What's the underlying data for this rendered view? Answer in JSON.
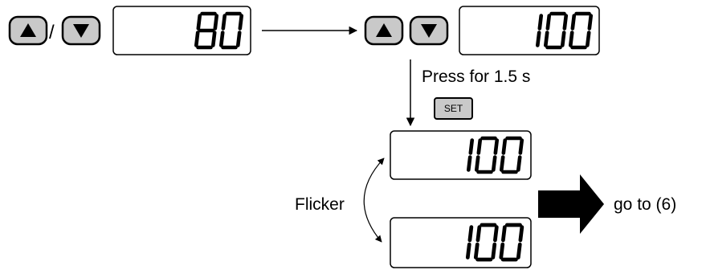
{
  "step_initial": {
    "key_separator": "/",
    "display_value": "80",
    "up_icon": "triangle-up-icon",
    "down_icon": "triangle-down-icon"
  },
  "step_changed": {
    "display_value": "100",
    "up_icon": "triangle-up-icon",
    "down_icon": "triangle-down-icon"
  },
  "instruction": {
    "text": "Press for 1.5 s",
    "key_label": "SET"
  },
  "flicker": {
    "label": "Flicker",
    "display_value_top": "100",
    "display_value_bottom": "100"
  },
  "next_step": {
    "label": "go to (6)"
  },
  "colors": {
    "key_fill": "#c9c9c9",
    "outline": "#000000",
    "background": "#ffffff"
  }
}
